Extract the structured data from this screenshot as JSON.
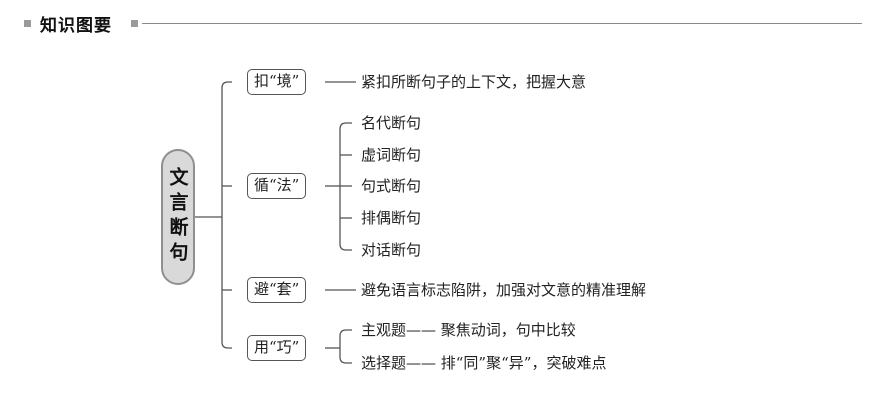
{
  "section_title": "知识图要",
  "root": "文言断句",
  "branches": [
    {
      "label": "扣“境”",
      "leaves": [
        "紧扣所断句子的上下文，把握大意"
      ]
    },
    {
      "label": "循“法”",
      "leaves": [
        "名代断句",
        "虚词断句",
        "句式断句",
        "排偶断句",
        "对话断句"
      ]
    },
    {
      "label": "避“套”",
      "leaves": [
        "避免语言标志陷阱，加强对文意的精准理解"
      ]
    },
    {
      "label": "用“巧”",
      "leaves": [
        "主观题—— 聚焦动词，句中比较",
        "选择题—— 排“同”聚“异”，突破难点"
      ]
    }
  ]
}
